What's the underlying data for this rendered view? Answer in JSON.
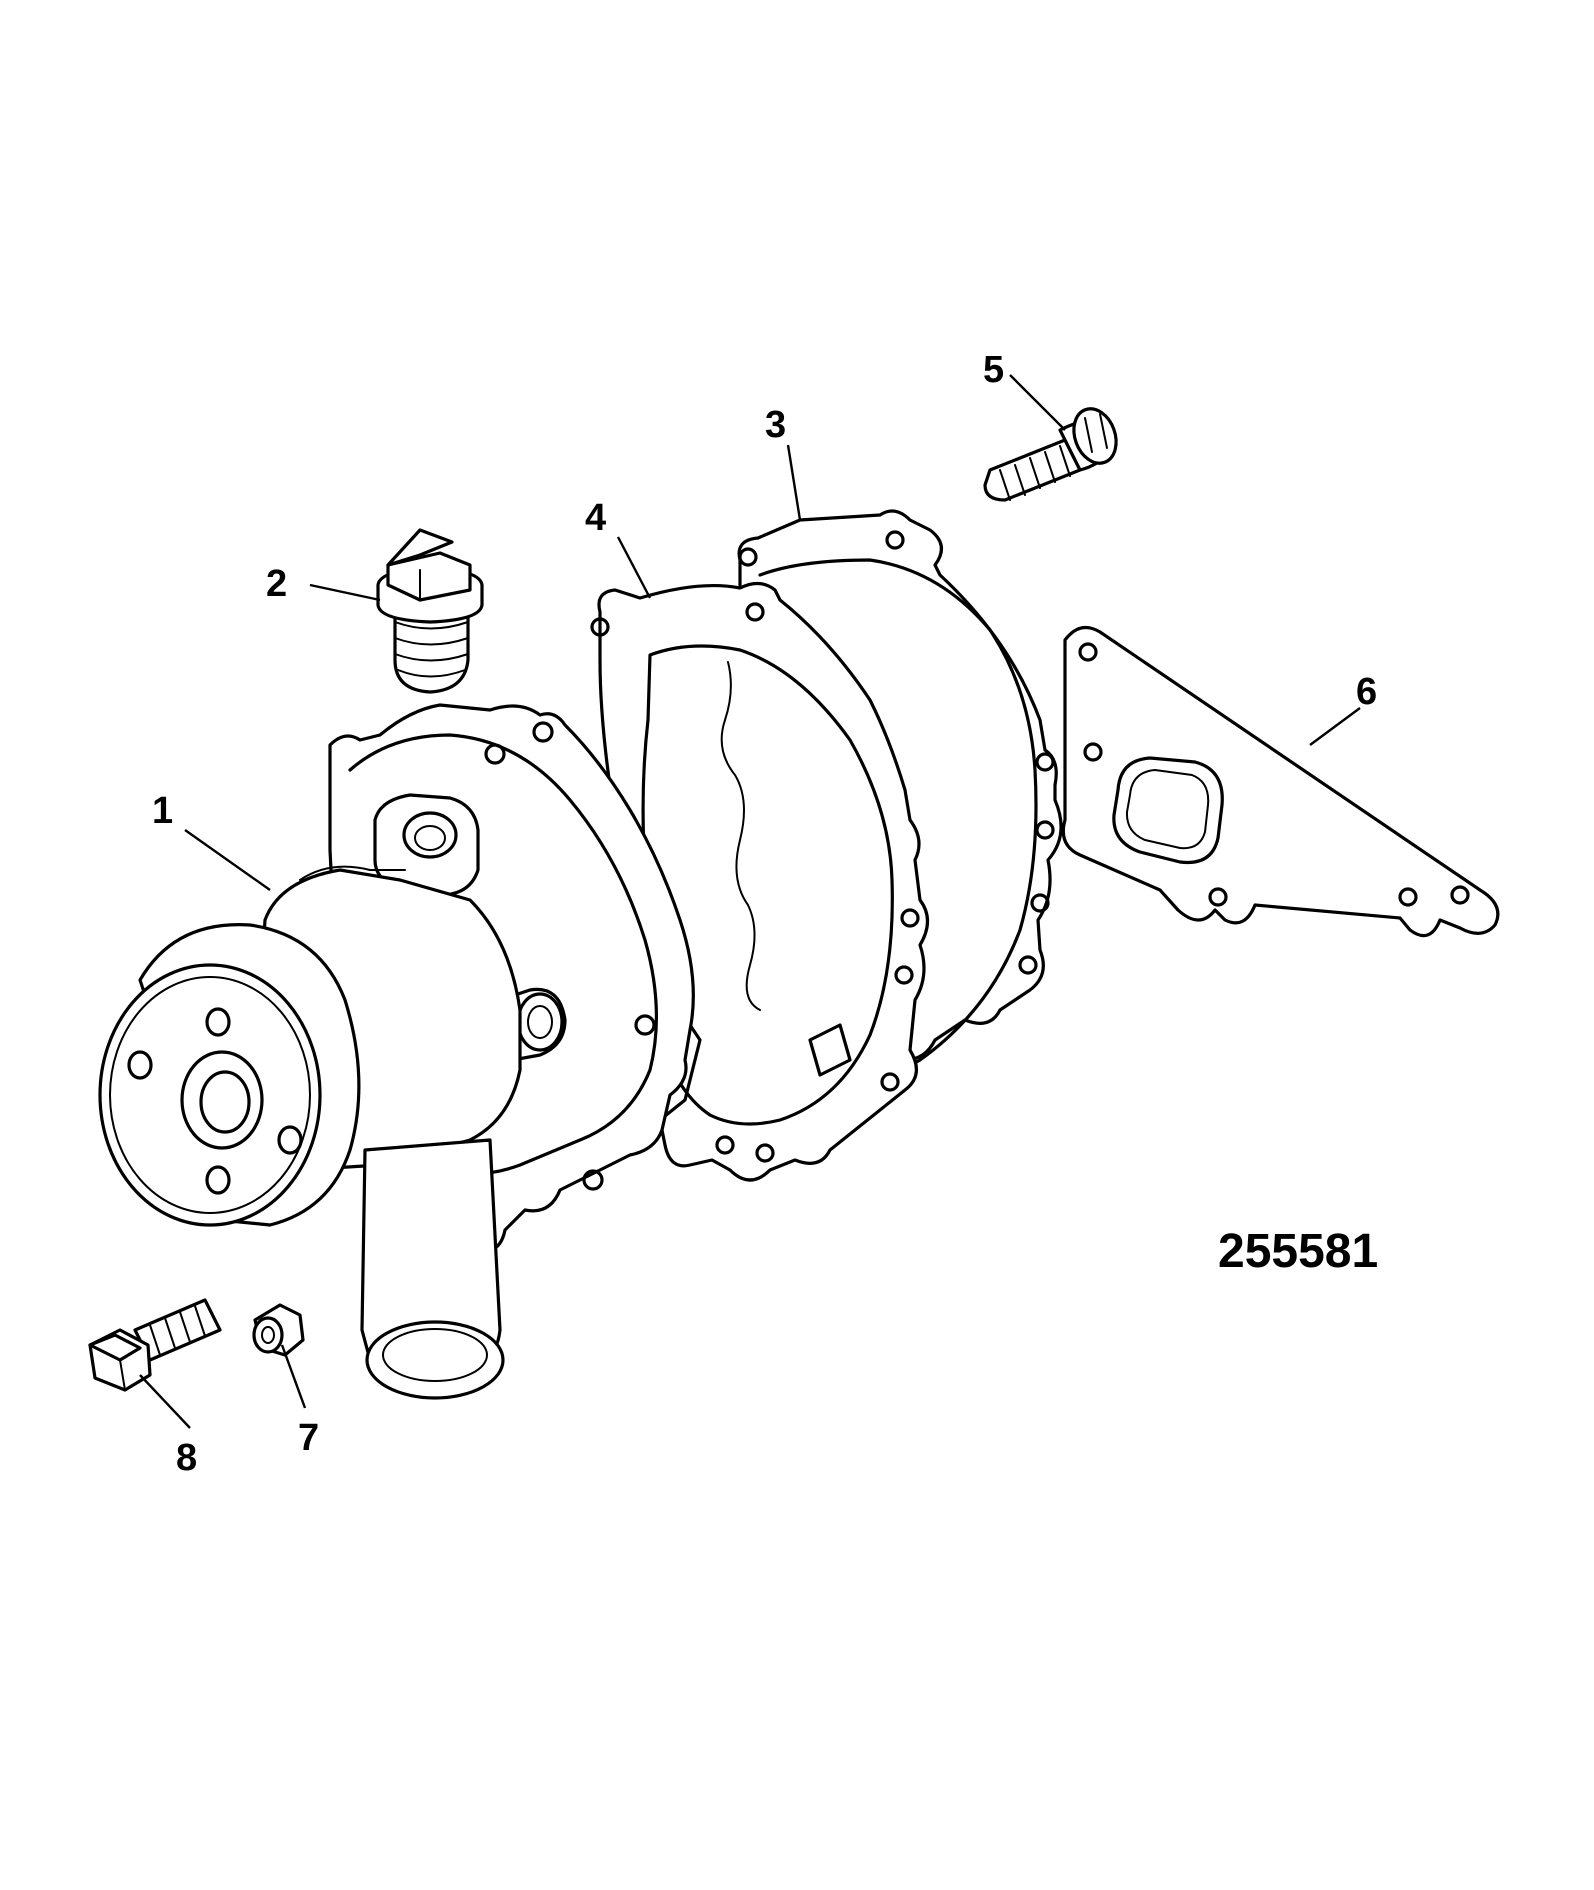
{
  "figure_number": "255581",
  "callouts": {
    "c1": "1",
    "c2": "2",
    "c3": "3",
    "c4": "4",
    "c5": "5",
    "c6": "6",
    "c7": "7",
    "c8": "8"
  }
}
